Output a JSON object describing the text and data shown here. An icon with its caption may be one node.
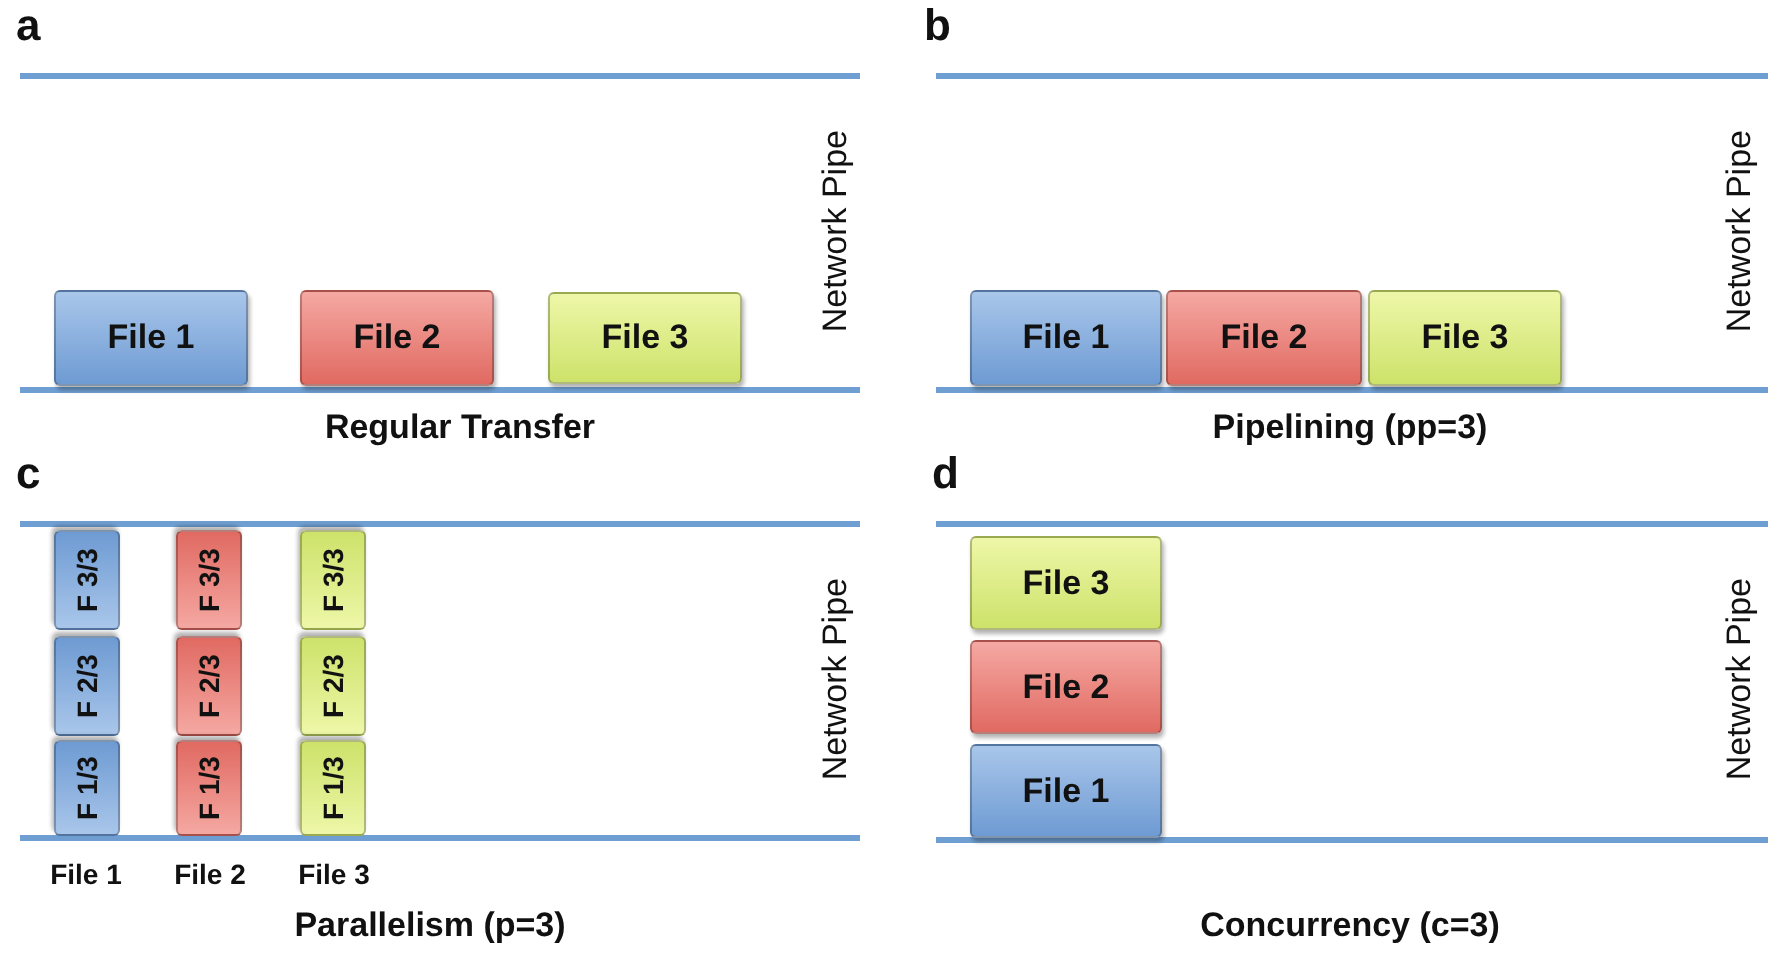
{
  "diagram": {
    "nodes": [
      {
        "text": [
          "File 1"
        ]
      },
      {
        "text": [
          "File 2"
        ]
      },
      {
        "text": [
          "File 3"
        ]
      },
      {
        "text": [
          "File 1"
        ]
      },
      {
        "text": [
          "File 2"
        ]
      },
      {
        "text": [
          "File 3"
        ]
      },
      {
        "text": [
          "F 3/3"
        ]
      },
      {
        "text": [
          "F 3/3"
        ]
      },
      {
        "text": [
          "F 3/3"
        ]
      },
      {
        "text": [
          "F 2/3"
        ]
      },
      {
        "text": [
          "F 2/3"
        ]
      },
      {
        "text": [
          "F 2/3"
        ]
      },
      {
        "text": [
          "F 1/3"
        ]
      },
      {
        "text": [
          "F 1/3"
        ]
      },
      {
        "text": [
          "F 1/3"
        ]
      },
      {
        "text": [
          "File 3"
        ]
      },
      {
        "text": [
          "File 2"
        ]
      },
      {
        "text": [
          "File 1"
        ]
      }
    ],
    "edges": [],
    "labels": [
      "a",
      "b",
      "Network Pipe",
      "Network Pipe",
      "Regular Transfer",
      "Pipelining (pp=3)",
      "c",
      "d",
      "Network Pipe",
      "Network Pipe",
      "File 1",
      "File 2",
      "File 3",
      "Parallelism (p=3)",
      "Concurrency (c=3)"
    ]
  }
}
